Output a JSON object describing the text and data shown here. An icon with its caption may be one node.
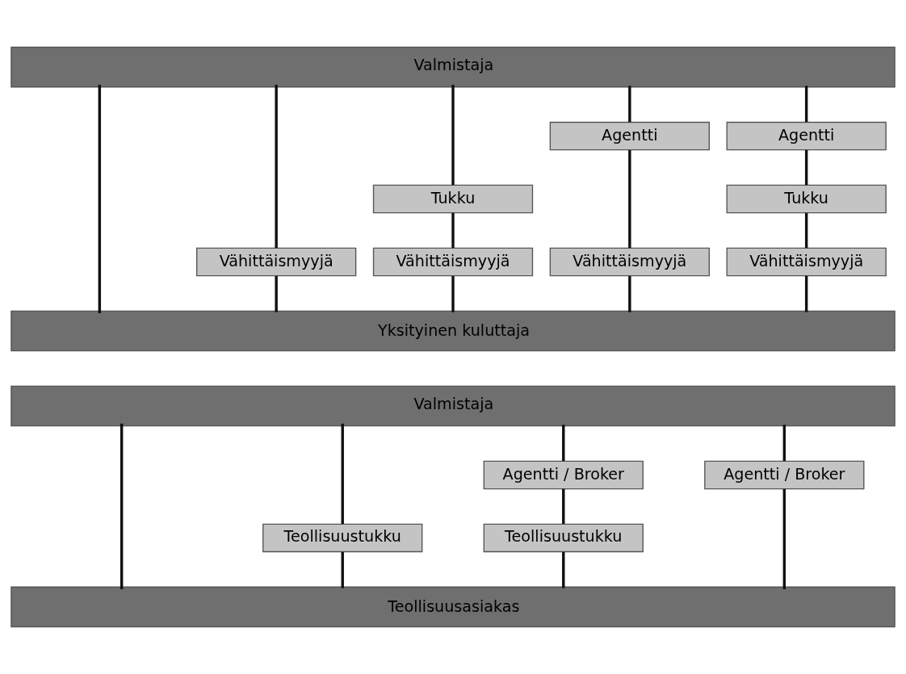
{
  "diagram": {
    "nodes": [
      {
        "text": [
          "Valmistaja"
        ]
      },
      {
        "text": [
          "Agentti"
        ]
      },
      {
        "text": [
          "Agentti"
        ]
      },
      {
        "text": [
          "Tukku"
        ]
      },
      {
        "text": [
          "Tukku"
        ]
      },
      {
        "text": [
          "Vähittäismyyjä"
        ]
      },
      {
        "text": [
          "Vähittäismyyjä"
        ]
      },
      {
        "text": [
          "Vähittäismyyjä"
        ]
      },
      {
        "text": [
          "Vähittäismyyjä"
        ]
      },
      {
        "text": [
          "Yksityinen kuluttaja"
        ]
      },
      {
        "text": [
          "Valmistaja"
        ]
      },
      {
        "text": [
          "Agentti / Broker"
        ]
      },
      {
        "text": [
          "Agentti / Broker"
        ]
      },
      {
        "text": [
          "Teollisuustukku"
        ]
      },
      {
        "text": [
          "Teollisuustukku"
        ]
      },
      {
        "text": [
          "Teollisuusasiakas"
        ]
      }
    ],
    "edges": [
      {
        "from": 0,
        "to": 9,
        "arrow": "none"
      },
      {
        "from": 0,
        "to": 5,
        "arrow": "none"
      },
      {
        "from": 5,
        "to": 9,
        "arrow": "none"
      },
      {
        "from": 0,
        "to": 3,
        "arrow": "none"
      },
      {
        "from": 3,
        "to": 6,
        "arrow": "none"
      },
      {
        "from": 6,
        "to": 9,
        "arrow": "none"
      },
      {
        "from": 0,
        "to": 1,
        "arrow": "none"
      },
      {
        "from": 1,
        "to": 7,
        "arrow": "none"
      },
      {
        "from": 7,
        "to": 9,
        "arrow": "none"
      },
      {
        "from": 0,
        "to": 2,
        "arrow": "none"
      },
      {
        "from": 2,
        "to": 4,
        "arrow": "none"
      },
      {
        "from": 4,
        "to": 8,
        "arrow": "none"
      },
      {
        "from": 8,
        "to": 9,
        "arrow": "none"
      },
      {
        "from": 10,
        "to": 15,
        "arrow": "none"
      },
      {
        "from": 10,
        "to": 13,
        "arrow": "none"
      },
      {
        "from": 13,
        "to": 15,
        "arrow": "none"
      },
      {
        "from": 10,
        "to": 11,
        "arrow": "none"
      },
      {
        "from": 11,
        "to": 14,
        "arrow": "none"
      },
      {
        "from": 14,
        "to": 15,
        "arrow": "none"
      },
      {
        "from": 10,
        "to": 12,
        "arrow": "none"
      },
      {
        "from": 12,
        "to": 15,
        "arrow": "none"
      }
    ]
  }
}
